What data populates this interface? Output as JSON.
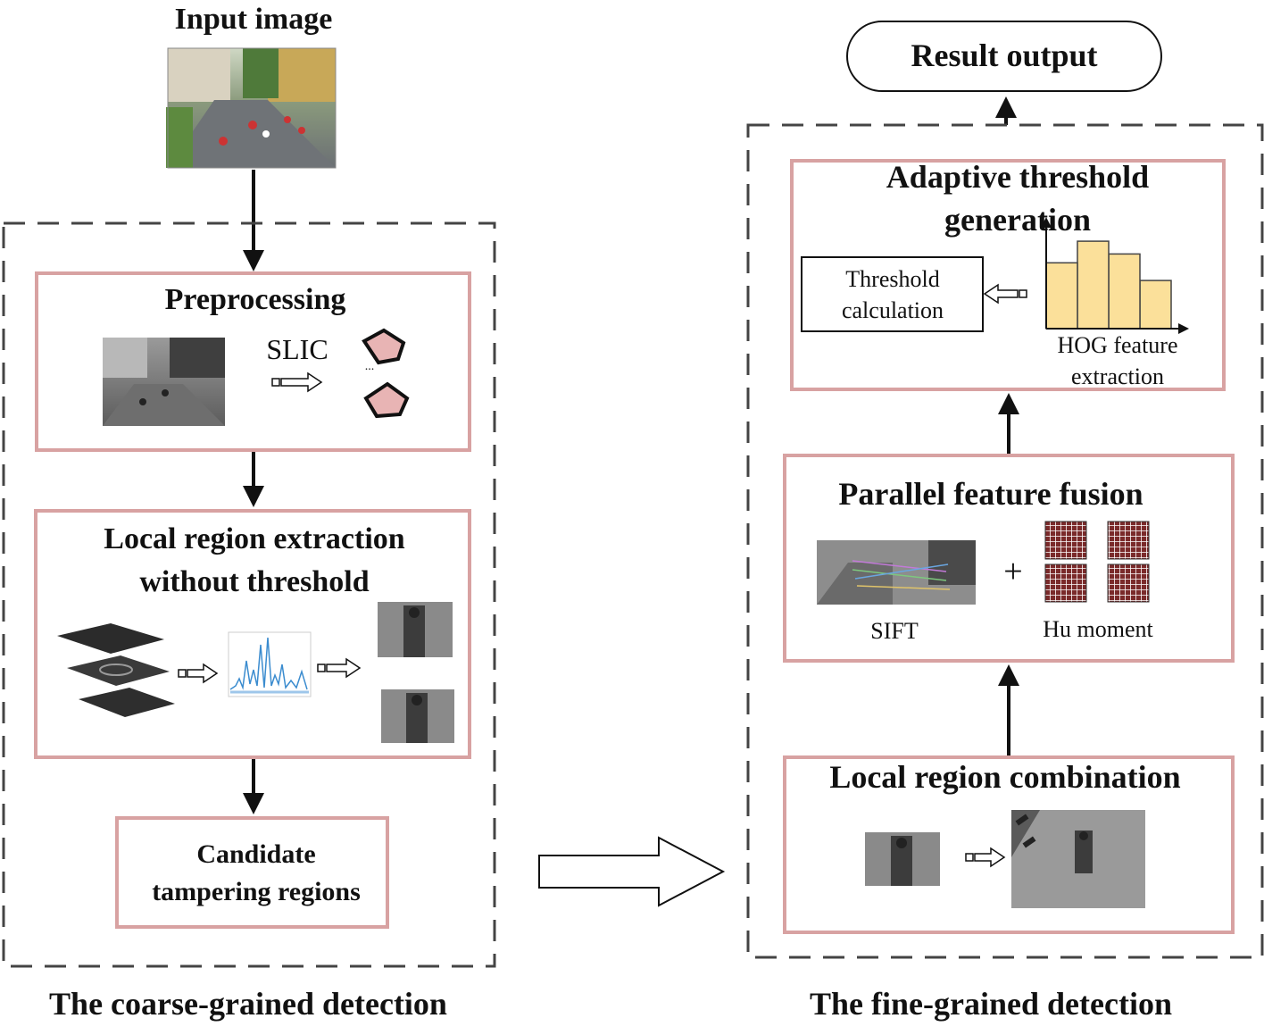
{
  "input": {
    "title": "Input image"
  },
  "coarse": {
    "caption": "The coarse-grained detection",
    "preprocessing": {
      "title": "Preprocessing",
      "method": "SLIC",
      "ellipsis": "..."
    },
    "local_region": {
      "title_line1": "Local region extraction",
      "title_line2": "without threshold"
    },
    "candidate": {
      "line1": "Candidate",
      "line2": "tampering regions"
    }
  },
  "fine": {
    "caption": "The fine-grained detection",
    "result": "Result output",
    "adaptive": {
      "title_line1": "Adaptive threshold",
      "title_line2": "generation",
      "threshold_line1": "Threshold",
      "threshold_line2": "calculation",
      "hog_line1": "HOG feature",
      "hog_line2": "extraction",
      "histogram": [
        0.67,
        0.89,
        0.76,
        0.49
      ]
    },
    "fusion": {
      "title": "Parallel feature fusion",
      "sift": "SIFT",
      "plus": "+",
      "hu": "Hu moment"
    },
    "combination": {
      "title": "Local region combination"
    }
  },
  "colors": {
    "box_border": "#d8a2a2",
    "hexagon_fill": "#e8b4b4",
    "histogram_fill": "#fbe09a",
    "dashed_border": "#444444"
  }
}
